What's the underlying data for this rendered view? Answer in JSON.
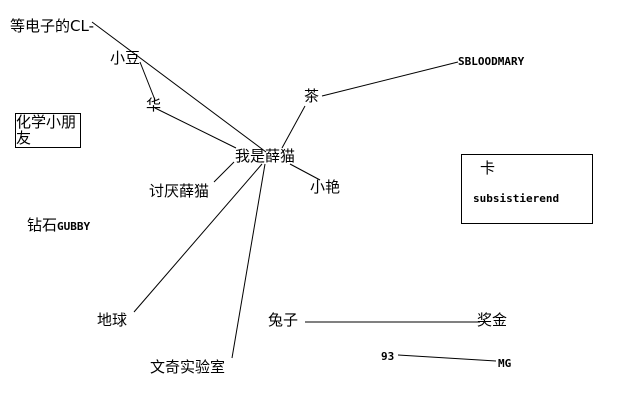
{
  "nodes": {
    "dengdianzi": "等电子的CL-",
    "xiaodou": "小豆",
    "hua": "华",
    "cha": "茶",
    "sbloodmary": "SBLOODMARY",
    "huaxue_line1": "化学小朋",
    "huaxue_line2": "友",
    "woshi": "我是薛猫",
    "taoyan": "讨厌薛猫",
    "xiaoyan": "小艳",
    "ka": "卡",
    "subsistierend": "subsistierend",
    "zuanshi": "钻石",
    "gubby": "GUBBY",
    "diqiu": "地球",
    "tuzi": "兔子",
    "jiangjin": "奖金",
    "n93": "93",
    "mg": "MG",
    "wenqi": "文奇实验室"
  },
  "colors": {
    "line": "#000000",
    "text": "#000000",
    "background": "#ffffff"
  }
}
